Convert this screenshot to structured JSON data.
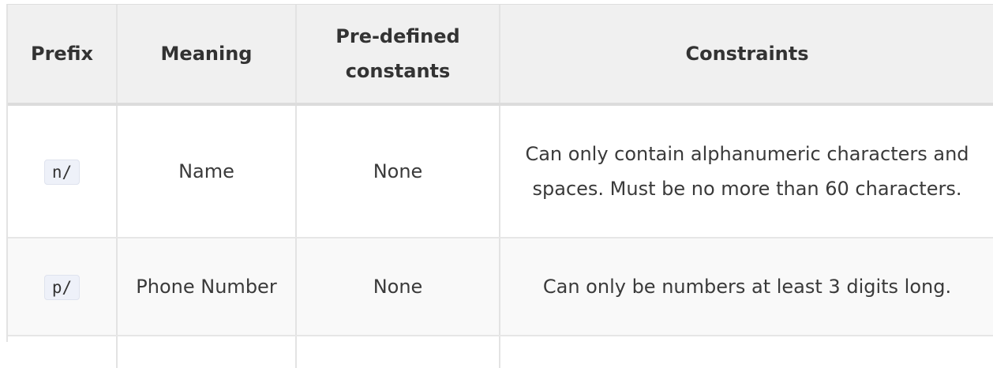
{
  "table": {
    "headers": {
      "prefix": "Prefix",
      "meaning": "Meaning",
      "predefined": "Pre-defined constants",
      "constraints": "Constraints"
    },
    "rows": [
      {
        "prefix": "n/",
        "meaning": "Name",
        "predefined": "None",
        "constraints": "Can only contain alphanumeric characters and spaces. Must be no more than 60 characters."
      },
      {
        "prefix": "p/",
        "meaning": "Phone Number",
        "predefined": "None",
        "constraints": "Can only be numbers at least 3 digits long."
      }
    ]
  }
}
